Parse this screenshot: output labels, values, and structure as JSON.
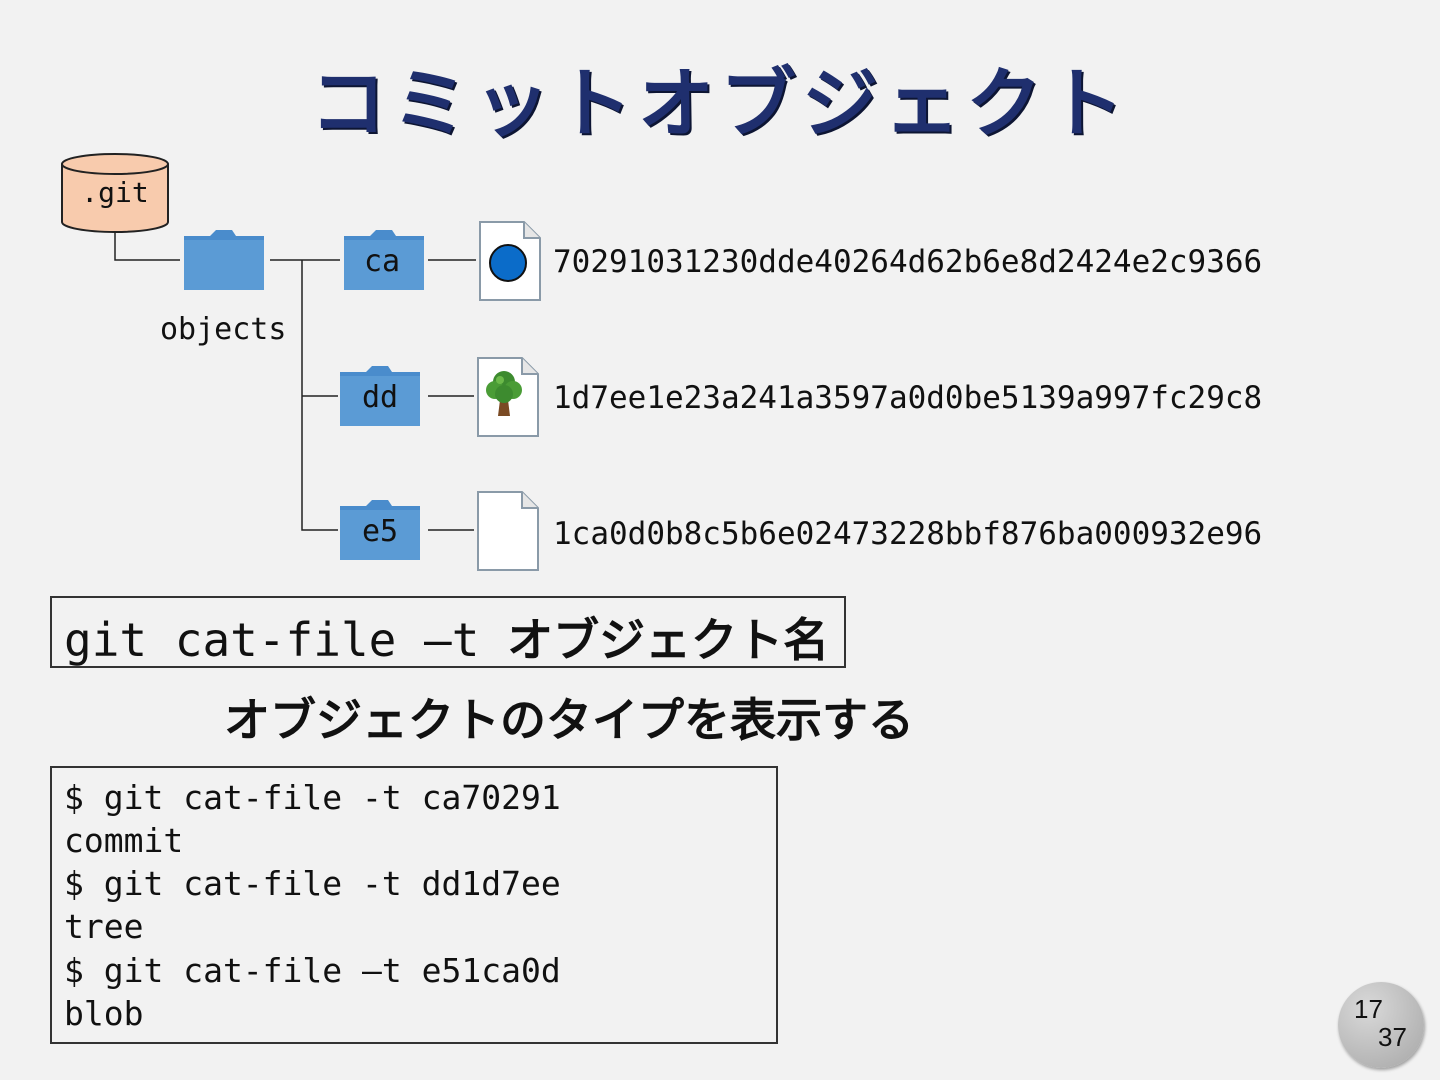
{
  "title": "コミットオブジェクト",
  "tree": {
    "root_label": ".git",
    "objects_label": "objects",
    "folders": [
      {
        "name": "ca",
        "hash": "70291031230dde40264d62b6e8d2424e2c9366",
        "file_icon": "blue-circle-icon"
      },
      {
        "name": "dd",
        "hash": "1d7ee1e23a241a3597a0d0be5139a997fc29c8",
        "file_icon": "tree-icon"
      },
      {
        "name": "e5",
        "hash": "1ca0d0b8c5b6e02473228bbf876ba000932e96",
        "file_icon": "blank-file-icon"
      }
    ]
  },
  "command": {
    "syntax": "git cat-file –t ",
    "syntax_jp": "オブジェクト名",
    "description": "オブジェクトのタイプを表示する"
  },
  "terminal": {
    "lines": [
      "$ git cat-file -t ca70291",
      "commit",
      "$ git cat-file -t dd1d7ee",
      "tree",
      "$ git cat-file –t e51ca0d",
      "blob"
    ]
  },
  "page": {
    "current": "17",
    "total": "37"
  },
  "colors": {
    "title": "#1f2f6e",
    "folder": "#5b9bd5",
    "db_fill": "#f8cbad",
    "commit_dot": "#0b6cc9"
  }
}
